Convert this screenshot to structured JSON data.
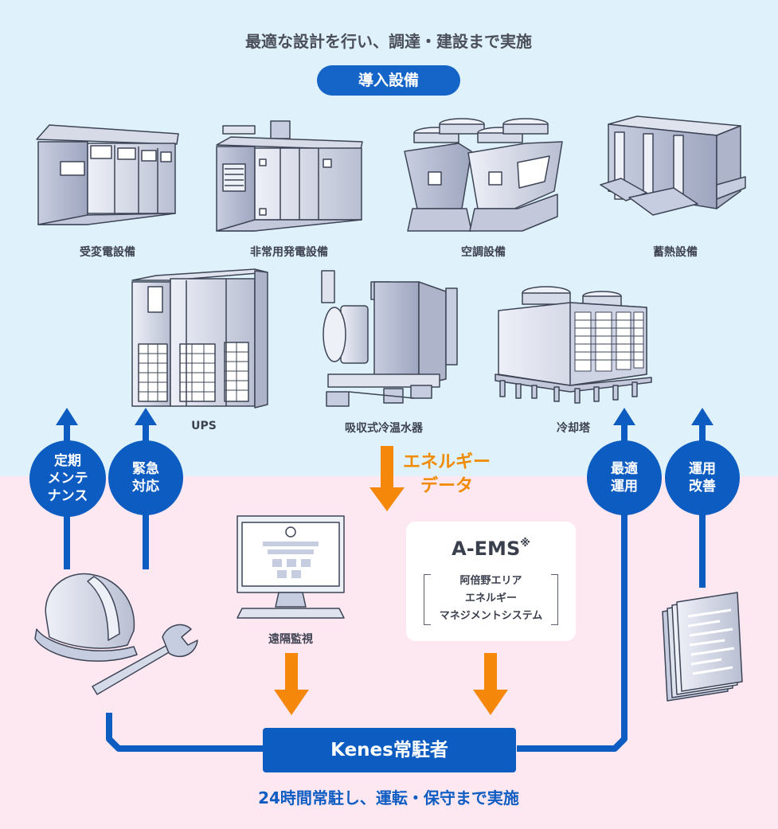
{
  "header": {
    "heading": "最適な設計を行い、調達・建設まで実施",
    "title": "導入設備"
  },
  "equipment": {
    "row1": [
      "受変電設備",
      "非常用発電設備",
      "空調設備",
      "蓄熱設備"
    ],
    "row2": [
      "UPS",
      "吸収式冷温水器",
      "冷却塔"
    ]
  },
  "actions": {
    "maintenance": "定期\nメンテ\nナンス",
    "emergency": "緊急\n対応",
    "optimal": "最適\n運用",
    "improve": "運用\n改善"
  },
  "energy_label": "エネルギー\nデータ",
  "aems": {
    "title": "A-EMS",
    "mark": "※",
    "subtitle": "阿倍野エリア\nエネルギー\nマネジメントシステム"
  },
  "remote_label": "遠隔監視",
  "kenes_label": "Kenes常駐者",
  "footer": "24時間常駐し、運転・保守まで実施",
  "colors": {
    "blue": "#0d5cc2",
    "orange": "#f5870a",
    "bg_top": "#dff2fb",
    "bg_bottom": "#fde8f2"
  }
}
